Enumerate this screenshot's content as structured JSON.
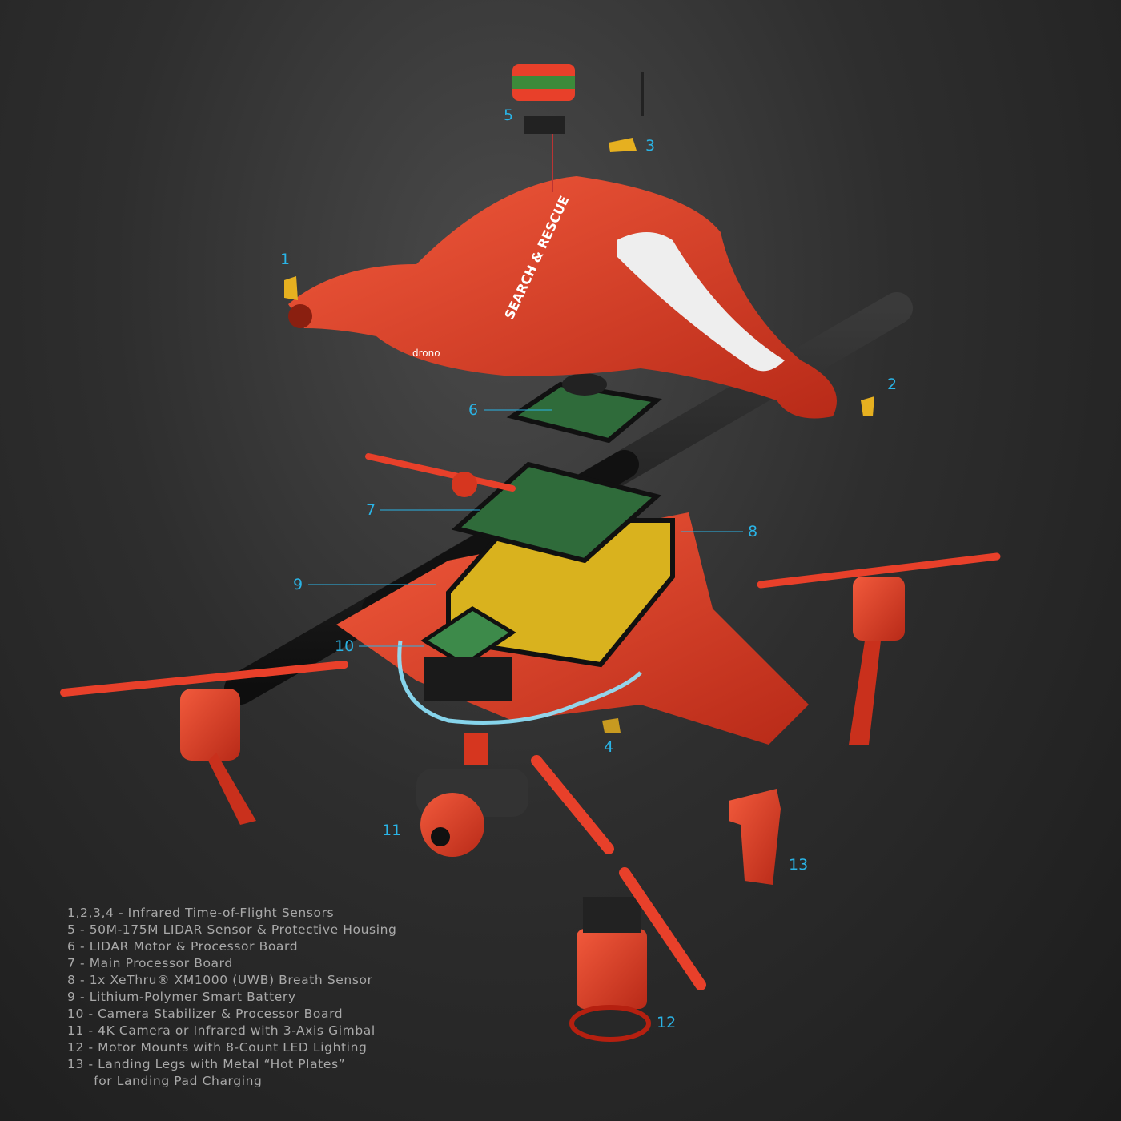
{
  "product_branding": {
    "shell_text": "SEARCH & RESCUE",
    "logo": "drono"
  },
  "colors": {
    "accent": "#2ab4e6",
    "body": "#e8402a",
    "tube": "#1a1a1a",
    "legend_text": "#a9a9a9",
    "board": "#2f6b3a",
    "battery": "#d9b21e"
  },
  "callouts": [
    "1",
    "2",
    "3",
    "4",
    "5",
    "6",
    "7",
    "8",
    "9",
    "10",
    "11",
    "12",
    "13"
  ],
  "legend": [
    "1,2,3,4 - Infrared Time-of-Flight Sensors",
    "5 - 50M-175M LIDAR Sensor & Protective Housing",
    "6 - LIDAR Motor & Processor Board",
    "7 - Main Processor Board",
    "8 - 1x XeThru® XM1000 (UWB) Breath Sensor",
    "9 - Lithium-Polymer Smart Battery",
    "10 - Camera Stabilizer & Processor Board",
    "11 - 4K Camera or Infrared with 3-Axis Gimbal",
    "12 - Motor Mounts with 8-Count LED Lighting",
    "13 - Landing Legs with Metal “Hot Plates”",
    "      for Landing Pad Charging"
  ]
}
